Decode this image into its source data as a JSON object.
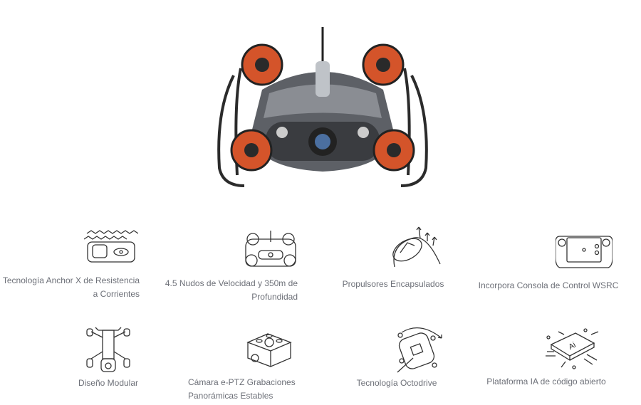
{
  "product": {
    "image": "underwater-drone-rov"
  },
  "features": [
    {
      "icon": "anchor-x-current-icon",
      "lines": [
        "Tecnología Anchor X de Resistencia",
        "a Corrientes"
      ]
    },
    {
      "icon": "drone-speed-depth-icon",
      "lines": [
        "4.5 Nudos de Velocidad y 350m de",
        "Profundidad"
      ]
    },
    {
      "icon": "encapsulated-thruster-icon",
      "lines": [
        "Propulsores Encapsulados"
      ]
    },
    {
      "icon": "controller-console-icon",
      "lines": [
        "Incorpora Consola de Control WSRC"
      ]
    },
    {
      "icon": "modular-design-icon",
      "lines": [
        "Diseño Modular"
      ]
    },
    {
      "icon": "ptz-camera-icon",
      "lines": [
        "Cámara e-PTZ Grabaciones",
        "Panorámicas Estables"
      ]
    },
    {
      "icon": "octodrive-icon",
      "lines": [
        "Tecnología Octodrive"
      ]
    },
    {
      "icon": "ai-chip-icon",
      "lines": [
        "Plataforma IA de código abierto"
      ],
      "chip_text": "Ai"
    }
  ],
  "colors": {
    "text": "#6d7078",
    "accent": "#d4542a",
    "body": "#4a4d52"
  }
}
